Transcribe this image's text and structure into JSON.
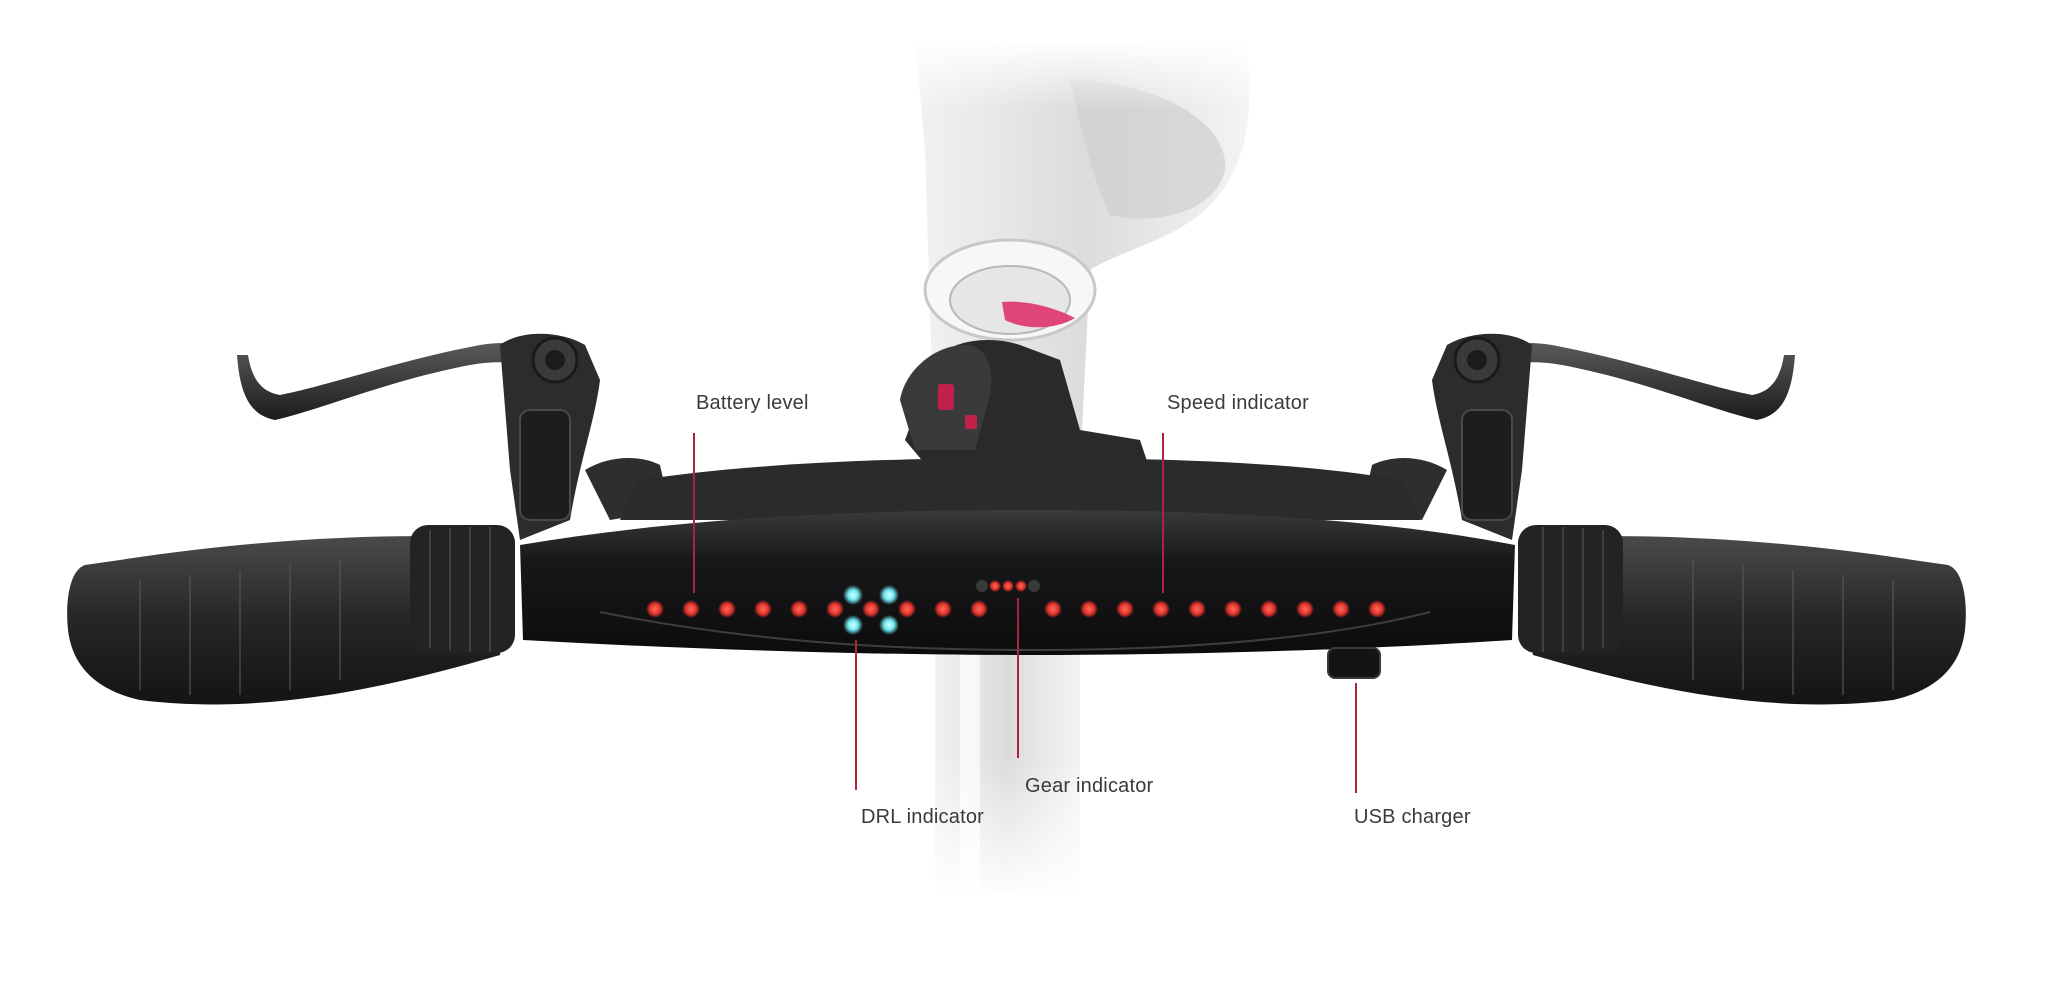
{
  "colors": {
    "accent_line": "#b0223a",
    "led_red": "#e0322b",
    "led_cyan": "#6fe8f0",
    "bar_body": "#1d1d1f",
    "grip": "#2a2a2c",
    "background": "#ffffff"
  },
  "callouts": {
    "battery_level": "Battery level",
    "speed_indicator": "Speed indicator",
    "drl_indicator": "DRL indicator",
    "gear_indicator": "Gear indicator",
    "usb_charger": "USB charger"
  },
  "display": {
    "gear_indicator_lit": 3,
    "gear_indicator_total": 5
  }
}
